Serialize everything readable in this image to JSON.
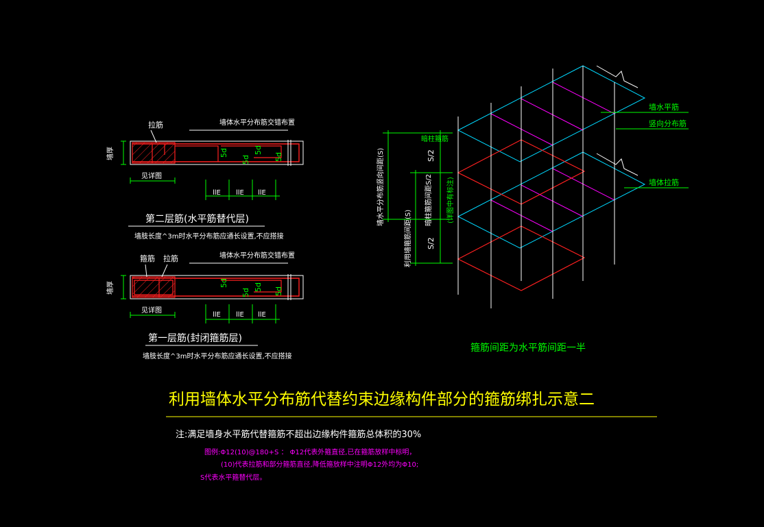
{
  "colors": {
    "background": "#000000",
    "white": "#ffffff",
    "yellow": "#ffff00",
    "red": "#ff2020",
    "green": "#00ff00",
    "cyan": "#00d8ff",
    "magenta": "#ff00ff",
    "dim": "#c8c8c8"
  },
  "section_upper": {
    "tie_label": "拉筋",
    "top_label": "墙体水平分布筋交错布置",
    "side_label": "墙厚",
    "dim_detail": "见详图",
    "dim_5d": "5d",
    "dim_lle": "llE",
    "caption": "第二层筋(水平筋替代层)",
    "note": "墙肢长度^3m时水平分布筋应通长设置,不应搭接"
  },
  "section_lower": {
    "stirrup_label": "箍筋",
    "tie_label": "拉筋",
    "top_label": "墙体水平分布筋交错布置",
    "side_label": "墙厚",
    "dim_detail": "见详图",
    "dim_5d": "5d",
    "dim_lle": "llE",
    "caption": "第一层筋(封闭箍筋层)",
    "note": "墙肢长度^3m时水平分布筋应通长设置,不应搭接"
  },
  "iso_view": {
    "label_horizontal_bar": "墙水平筋",
    "label_vertical_bar": "竖向分布筋",
    "label_tie": "墙体拉筋",
    "label_column_stirrup": "暗柱箍筋",
    "dim_s_outer": "墙水平分布筋竖向间距(S)",
    "dim_s_inner": "利用墙箍筋间距(S)",
    "dim_s2_label": "暗柱箍筋间距S/2",
    "dim_s2_note": "(详图中有标注)",
    "dim_s2_a": "S/2",
    "dim_s2_b": "S/2",
    "caption": "箍筋间距为水平筋间距一半"
  },
  "title": "利用墙体水平分布筋代替约束边缘构件部分的箍筋绑扎示意二",
  "note_main": "注:满足墙身水平筋代替箍筋不超出边缘构件箍筋总体积的30%",
  "legend": {
    "line1": "图例:Φ12(10)@180+S ： Φ12代表外箍直径,已在箍筋放样中标明，",
    "line2": "(10)代表拉筋和部分箍筋直径,降低箍放样中注明Φ12外均为Φ10;",
    "line3": "S代表水平箍替代层。"
  }
}
